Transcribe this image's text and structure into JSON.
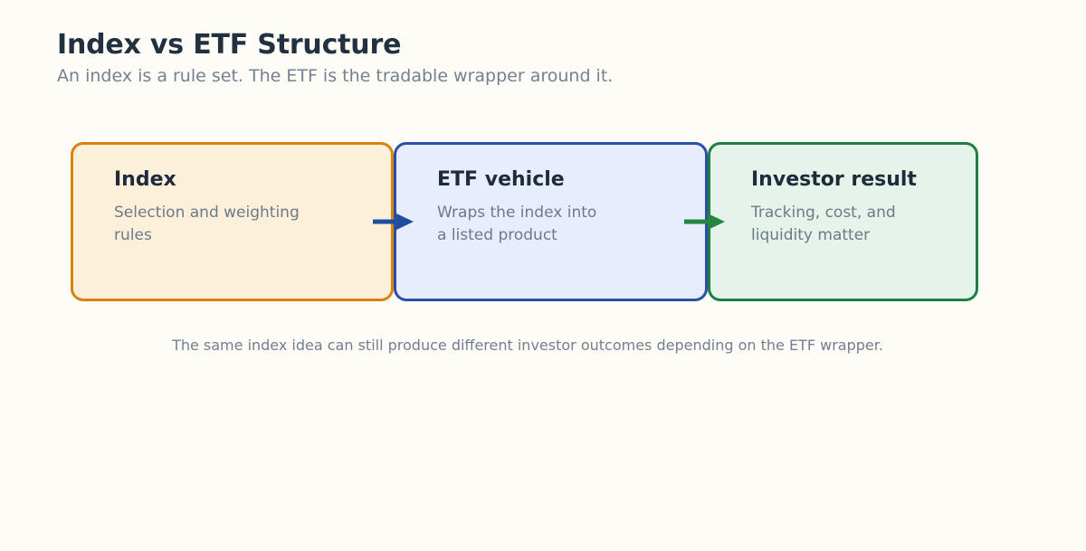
{
  "header": {
    "title": "Index vs ETF Structure",
    "subtitle": "An index is a rule set. The ETF is the tradable wrapper around it."
  },
  "flow": {
    "cards": [
      {
        "title": "Index",
        "description": "Selection and weighting\nrules",
        "border_color": "#D9820E",
        "fill_color": "#FDF0DB"
      },
      {
        "title": "ETF vehicle",
        "description": "Wraps the index into\na listed product",
        "border_color": "#2C4FA6",
        "fill_color": "#E7EDFC"
      },
      {
        "title": "Investor result",
        "description": "Tracking, cost, and\nliquidity matter",
        "border_color": "#1E8040",
        "fill_color": "#E5F3EA"
      }
    ],
    "connectors": [
      {
        "name": "arrow-index-to-etf",
        "color": "#1F4EA1",
        "direction": "right"
      },
      {
        "name": "arrow-etf-to-investor",
        "color": "#22863F",
        "direction": "right"
      }
    ]
  },
  "footer": {
    "note": "The same index idea can still produce different investor outcomes depending on the ETF wrapper."
  },
  "colors": {
    "background": "#FDFCF7",
    "title_text": "#22313F",
    "muted_text": "#6E7987",
    "subtitle_text": "#74818F"
  }
}
